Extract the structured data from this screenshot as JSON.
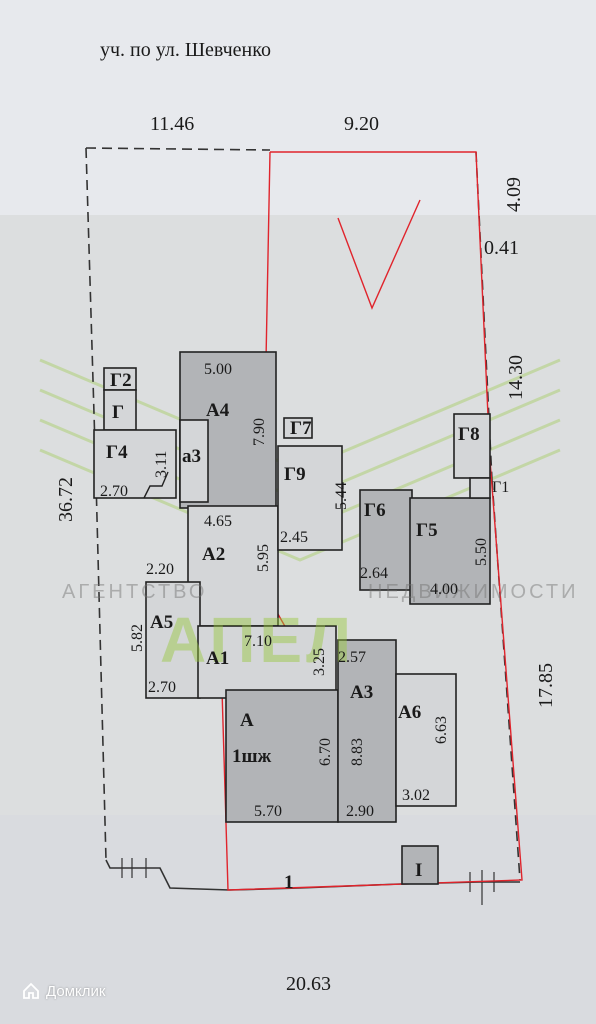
{
  "street": "уч. по ул. Шевченко",
  "dims": {
    "top_left": "11.46",
    "top_right": "9.20",
    "right_top": "4.09",
    "right_small": "0.41",
    "right_mid": "14.30",
    "right_low": "17.85",
    "left": "36.72",
    "bottom": "20.63"
  },
  "rooms": {
    "A4": {
      "label": "А4",
      "w": "5.00",
      "h": "7.90"
    },
    "a3": {
      "label": "а3"
    },
    "A2": {
      "label": "А2",
      "w": "4.65",
      "h": "5.95"
    },
    "A5": {
      "label": "А5",
      "w": "2.20",
      "h": "5.82",
      "w2": "2.70"
    },
    "A1": {
      "label": "А1",
      "w": "7.10",
      "h": "3.25"
    },
    "A": {
      "label": "А",
      "sub": "1шж",
      "w": "5.70",
      "h": "6.70"
    },
    "A3": {
      "label": "А3",
      "w": "2.57",
      "h": "8.83",
      "w2": "2.90"
    },
    "A6": {
      "label": "А6",
      "h": "6.63",
      "w": "3.02"
    },
    "G2": {
      "label": "Г2"
    },
    "G": {
      "label": "Г"
    },
    "G4": {
      "label": "Г4",
      "w": "2.70",
      "h": "3.11"
    },
    "G7": {
      "label": "Г7"
    },
    "G9": {
      "label": "Г9",
      "w": "2.45",
      "h": "5.44"
    },
    "G6": {
      "label": "Г6",
      "w": "2.64"
    },
    "G5": {
      "label": "Г5",
      "w": "4.00",
      "h": "5.50"
    },
    "G8": {
      "label": "Г8"
    },
    "G1": {
      "label": "Г1"
    }
  },
  "markers": {
    "one": "1",
    "I": "I"
  },
  "watermark": {
    "left": "АГЕНТСТВО",
    "right": "НЕДВИЖИМОСТИ",
    "logo": "АПЕЛ"
  },
  "brand": "Домклик"
}
